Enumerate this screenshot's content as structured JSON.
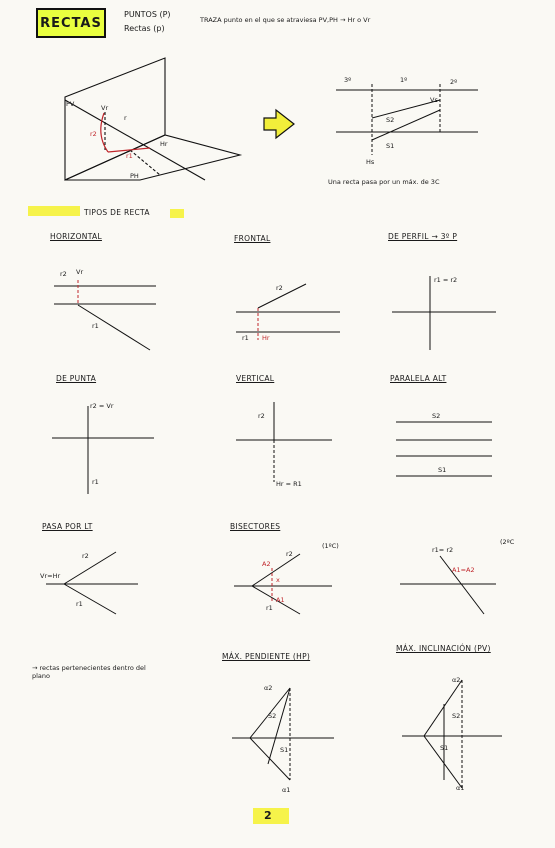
{
  "header": {
    "title": "RECTAS",
    "notes": [
      "PUNTOS (P)",
      "Rectas (p)"
    ],
    "traza": "TRAZA punto en el que se atraviesa PV,PH → Hr o Vr"
  },
  "main_fig": {
    "pv": "PV",
    "vr": "Vr",
    "r": "r",
    "r2": "r2",
    "r1": "r1",
    "hr": "Hr",
    "ph": "PH"
  },
  "right_fig": {
    "q3": "3º",
    "q1": "1º",
    "q2": "2º",
    "vs": "Vs",
    "s2": "S2",
    "s1": "S1",
    "hs": "Hs",
    "caption": "Una recta pasa por un máx. de 3C"
  },
  "section": "TIPOS DE RECTA",
  "types": {
    "horizontal": {
      "title": "HORIZONTAL",
      "r2": "r2",
      "vr": "Vr",
      "r1": "r1"
    },
    "frontal": {
      "title": "FRONTAL",
      "r2": "r2",
      "r1": "r1",
      "hr": "Hr"
    },
    "perfil": {
      "title": "DE PERFIL → 3º P",
      "r": "r1 = r2"
    },
    "punta": {
      "title": "DE PUNTA",
      "r2vr": "r2 = Vr",
      "r1": "r1"
    },
    "vertical": {
      "title": "VERTICAL",
      "r2": "r2",
      "hr": "Hr = R1"
    },
    "paralela": {
      "title": "PARALELA ALT",
      "s2": "S2",
      "s1": "S1"
    },
    "pasa": {
      "title": "PASA POR LT",
      "vrhr": "Vr=Hr",
      "r2": "r2",
      "r1": "r1"
    },
    "bisect": {
      "title": "BISECTORES",
      "q1": "(1ºC)",
      "a2": "A2",
      "a1": "A1",
      "x": "x",
      "r2": "r2",
      "r1": "r1"
    },
    "bisect2": {
      "q2": "(2ºC",
      "r": "r1= r2",
      "a": "A1=A2"
    },
    "pertenecientes": "→ rectas pertenecientes dentro del plano",
    "maxpend": {
      "title": "MÁX. PENDIENTE (HP)",
      "a2": "α2",
      "s2": "S2",
      "s1": "S1",
      "a1": "α1"
    },
    "maxincl": {
      "title": "MÁX. INCLINACIÓN (PV)",
      "a2": "α2",
      "s2": "S2",
      "s1": "S1",
      "a1": "α1"
    }
  },
  "page_number": "2",
  "colors": {
    "highlight": "#f6f34a",
    "red": "#c0262b",
    "ink": "#1a1a1a"
  }
}
